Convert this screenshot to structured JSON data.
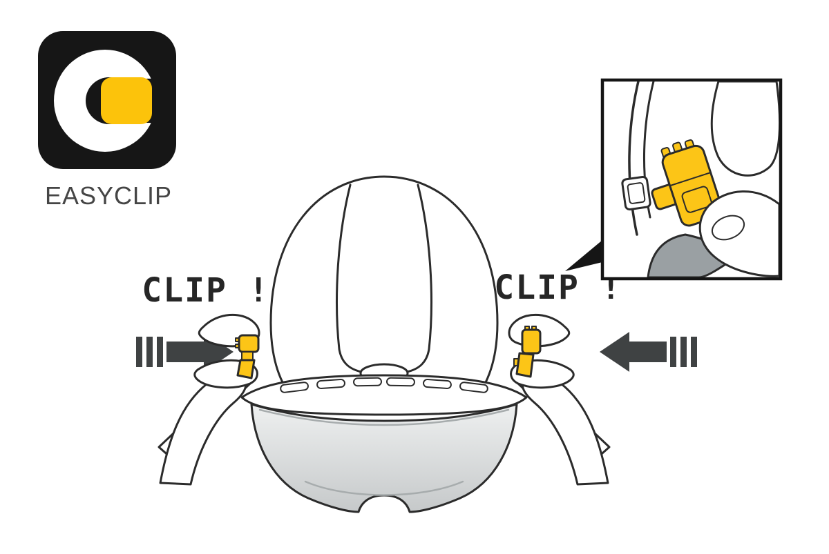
{
  "page": {
    "background": "#ffffff"
  },
  "logo": {
    "label": "EASYCLIP",
    "bg_color": "#161616",
    "c_color": "#ffffff",
    "square_color": "#fcc30b",
    "label_color": "#454545"
  },
  "callouts": {
    "clip_left": "CLIP !",
    "clip_right": "CLIP !"
  },
  "colors": {
    "outline": "#2b2b2b",
    "arrow": "#3f4243",
    "clip_yellow": "#fcc517",
    "visor_gray_top": "#eef0f0",
    "visor_gray_bottom": "#c6c9ca",
    "visor_edge_gray": "#9aa0a3",
    "inset_border": "#151515"
  }
}
